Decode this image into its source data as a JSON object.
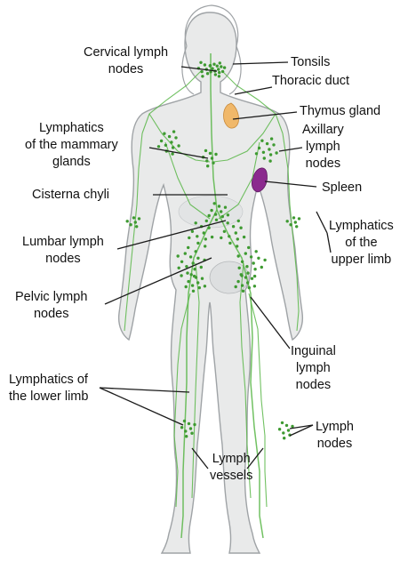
{
  "colors": {
    "lymph_green": "#58b646",
    "node_green": "#3e9a31",
    "body_fill": "#e9eaea",
    "body_outline": "#9fa3a6",
    "spleen_purple": "#8b2a8e",
    "thymus_orange": "#f0b86a",
    "leader_line": "#1a1a1a",
    "label_text": "#111111"
  },
  "labels": {
    "cervical": [
      "Cervical lymph",
      "nodes"
    ],
    "tonsils": [
      "Tonsils"
    ],
    "thoracic": [
      "Thoracic duct"
    ],
    "thymus": [
      "Thymus gland"
    ],
    "axillary": [
      "Axillary",
      "lymph",
      "nodes"
    ],
    "mammary": [
      "Lymphatics",
      "of the mammary",
      "glands"
    ],
    "spleen": [
      "Spleen"
    ],
    "cisterna": [
      "Cisterna chyli"
    ],
    "lumbar": [
      "Lumbar lymph",
      "nodes"
    ],
    "upperlimb": [
      "Lymphatics",
      "of the",
      "upper limb"
    ],
    "pelvic": [
      "Pelvic lymph",
      "nodes"
    ],
    "inguinal": [
      "Inguinal",
      "lymph",
      "nodes"
    ],
    "lowerlimb": [
      "Lymphatics of",
      "the lower limb"
    ],
    "lymphnodes": [
      "Lymph",
      "nodes"
    ],
    "vessels": [
      "Lymph",
      "vessels"
    ]
  }
}
